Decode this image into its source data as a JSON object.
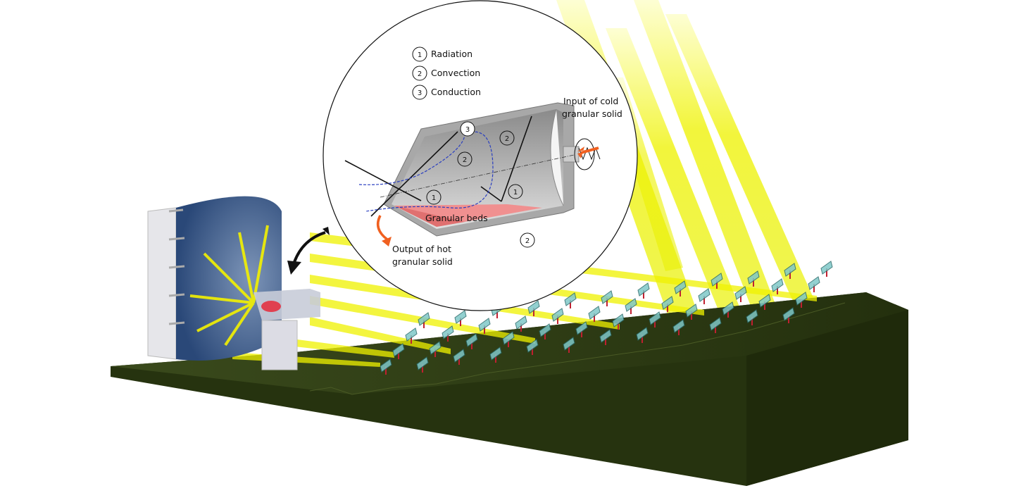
{
  "legend": [
    {
      "number": "1",
      "label": "Radiation"
    },
    {
      "number": "2",
      "label": "Convection"
    },
    {
      "number": "3",
      "label": "Conduction"
    }
  ],
  "labels": {
    "input_line1": "Input of cold",
    "input_line2": "granular solid",
    "output_line1": "Output of hot",
    "output_line2": "granular solid",
    "bed": "Granular beds"
  },
  "markers": {
    "one": "1",
    "two": "2",
    "three": "3"
  },
  "colors": {
    "beam": "#e8f000",
    "ground": "#2c3a12",
    "bed": "#f08a8a",
    "arrow_orange": "#f06020",
    "flow_blue": "#2a3fc0"
  }
}
